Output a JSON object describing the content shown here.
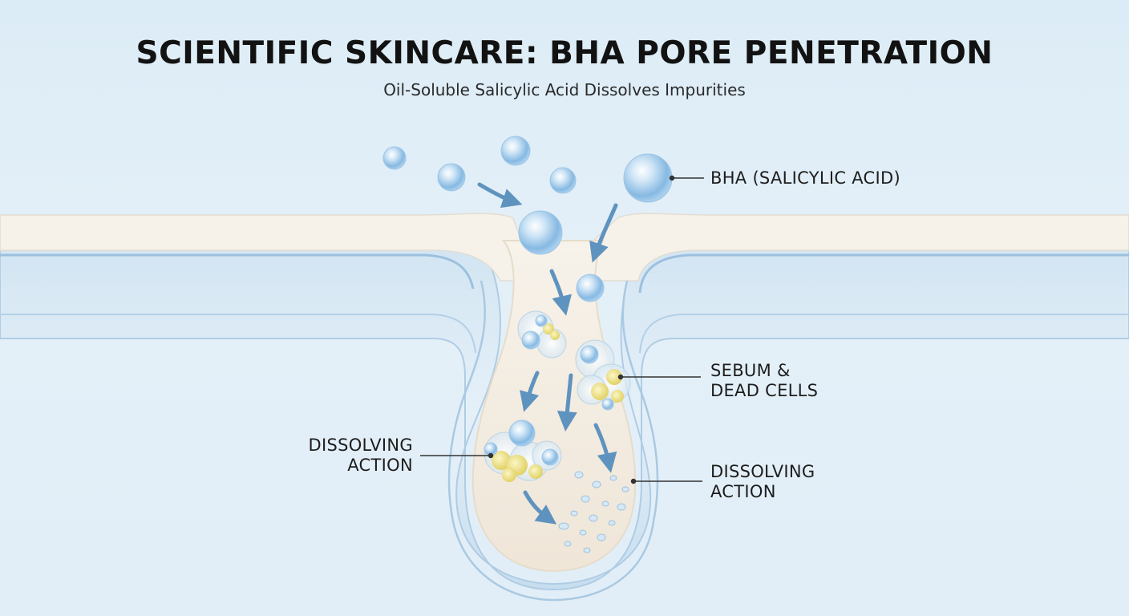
{
  "header": {
    "title": "SCIENTIFIC SKINCARE: BHA PORE PENETRATION",
    "subtitle": "Oil-Soluble Salicylic Acid Dissolves Impurities"
  },
  "labels": {
    "bha": [
      "BHA (SALICYLIC ACID)"
    ],
    "sebum": [
      "SEBUM &",
      "DEAD CELLS"
    ],
    "dissolving_left": [
      "DISSOLVING",
      "ACTION"
    ],
    "dissolving_right": [
      "DISSOLVING",
      "ACTION"
    ]
  },
  "colors": {
    "background": "#dfedf7",
    "skin_surface": "#f6f2ea",
    "pore_fill": "#f3ede3",
    "bubble_blue": "#8fc0e6",
    "arrow_blue": "#5f93bf",
    "sebum_yellow": "#e8dc7a",
    "leader_line": "#333333"
  },
  "icons": {
    "molecule": "bha-bubble-icon",
    "arrow": "flow-arrow-icon",
    "cluster": "sebum-cluster-icon",
    "fragment": "dissolved-fragment-icon"
  }
}
